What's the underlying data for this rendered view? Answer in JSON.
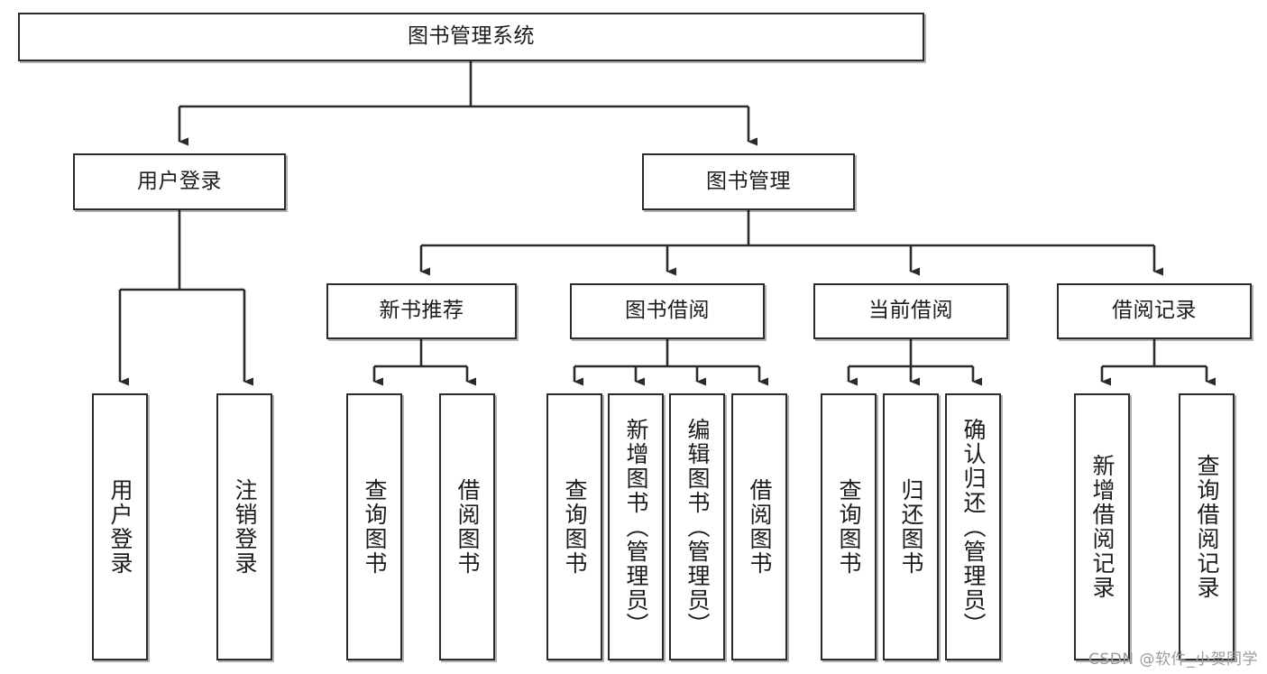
{
  "diagram": {
    "type": "tree-hierarchy-chart",
    "title": "图书管理系统",
    "watermark": "CSDN @软件_小贺同学",
    "colors": {
      "box_stroke": "#2b2b2b",
      "box_fill": "#ffffff",
      "edge": "#2b2b2b",
      "text": "#1c1c1c",
      "watermark": "#9a9a9a"
    },
    "nodes": {
      "root": {
        "label": "图书管理系统"
      },
      "level1": [
        {
          "id": "user-login",
          "label": "用户登录"
        },
        {
          "id": "book-manage",
          "label": "图书管理"
        }
      ],
      "level2": [
        {
          "id": "new-book-recommend",
          "label": "新书推荐"
        },
        {
          "id": "book-borrow",
          "label": "图书借阅"
        },
        {
          "id": "current-borrow",
          "label": "当前借阅"
        },
        {
          "id": "borrow-record",
          "label": "借阅记录"
        }
      ],
      "leaves": [
        {
          "id": "leaf-user-login",
          "label": "用户登录"
        },
        {
          "id": "leaf-logout-login",
          "label": "注销登录"
        },
        {
          "id": "leaf-query-book-1",
          "label": "查询图书"
        },
        {
          "id": "leaf-borrow-book-1",
          "label": "借阅图书"
        },
        {
          "id": "leaf-query-book-2",
          "label": "查询图书"
        },
        {
          "id": "leaf-add-book-admin",
          "label": "新增图书（管理员）"
        },
        {
          "id": "leaf-edit-book-admin",
          "label": "编辑图书（管理员）"
        },
        {
          "id": "leaf-borrow-book-2",
          "label": "借阅图书"
        },
        {
          "id": "leaf-query-book-3",
          "label": "查询图书"
        },
        {
          "id": "leaf-return-book",
          "label": "归还图书"
        },
        {
          "id": "leaf-confirm-return-admin",
          "label": "确认归还（管理员）"
        },
        {
          "id": "leaf-add-borrow-record",
          "label": "新增借阅记录"
        },
        {
          "id": "leaf-query-borrow-record",
          "label": "查询借阅记录"
        }
      ]
    }
  }
}
